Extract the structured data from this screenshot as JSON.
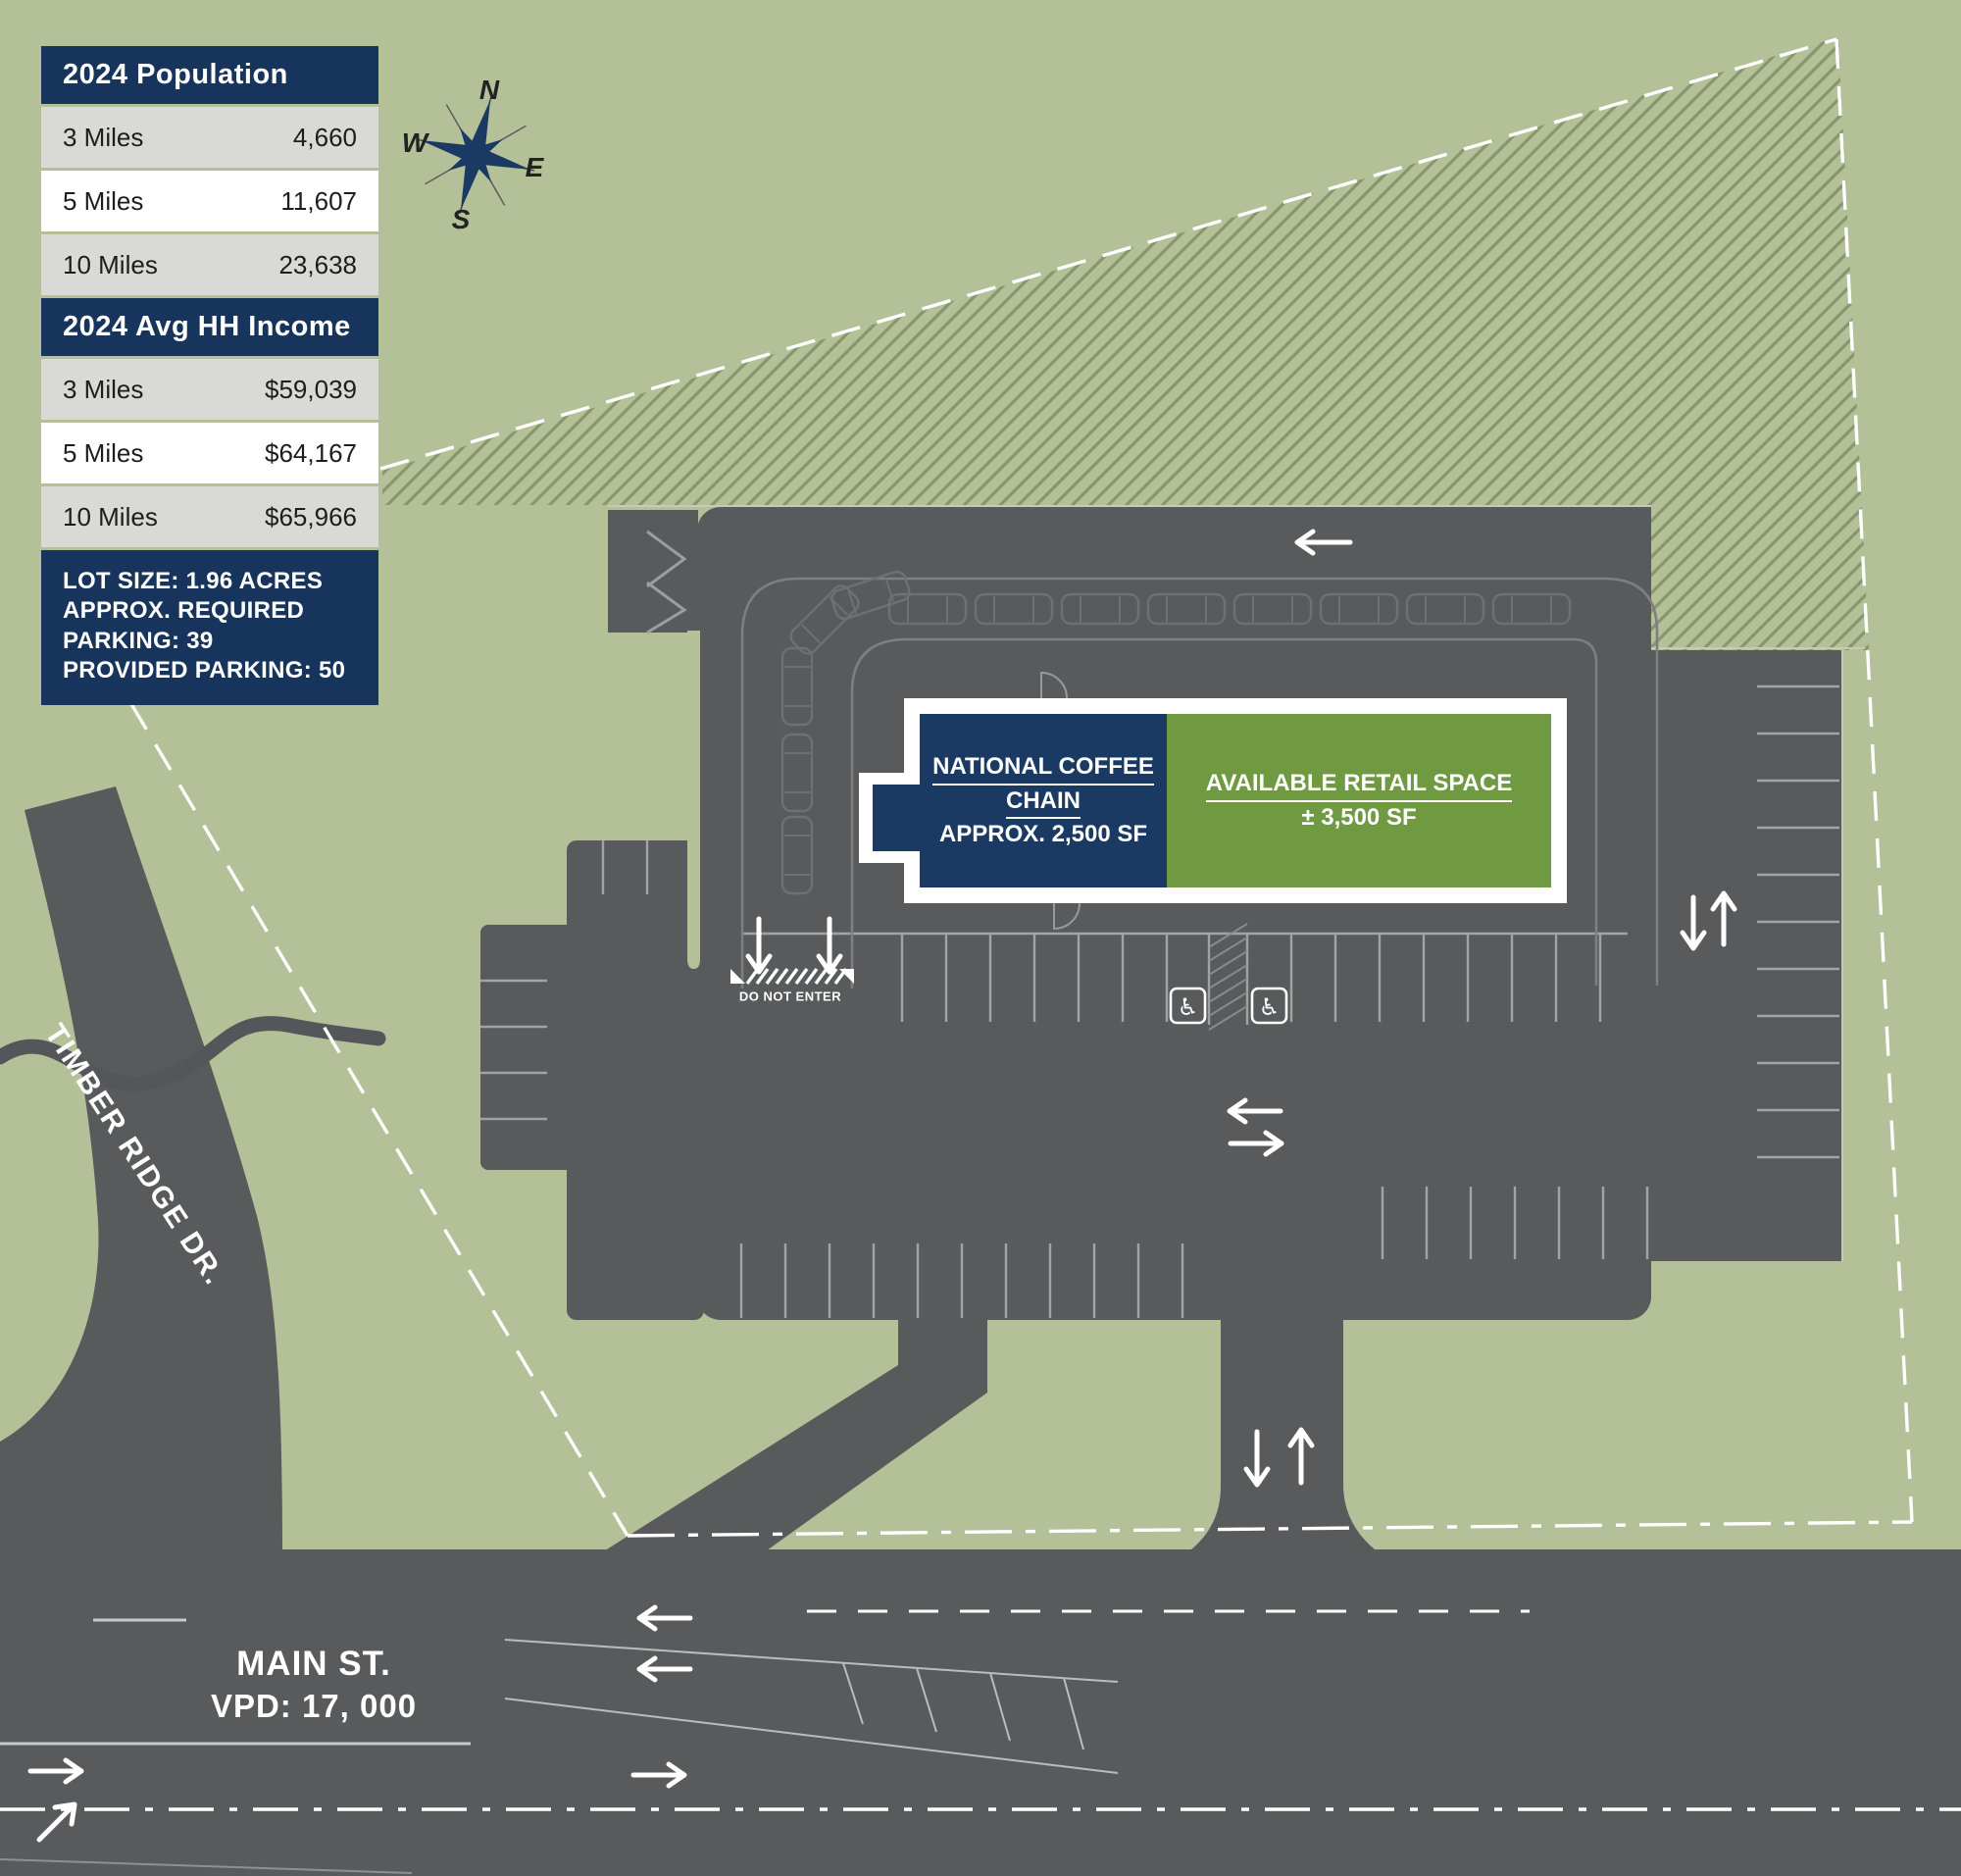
{
  "demographics": {
    "population": {
      "title": "2024 Population",
      "rows": [
        {
          "label": "3 Miles",
          "value": "4,660"
        },
        {
          "label": "5 Miles",
          "value": "11,607"
        },
        {
          "label": "10 Miles",
          "value": "23,638"
        }
      ]
    },
    "income": {
      "title": "2024 Avg HH Income",
      "rows": [
        {
          "label": "3 Miles",
          "value": "$59,039"
        },
        {
          "label": "5 Miles",
          "value": "$64,167"
        },
        {
          "label": "10 Miles",
          "value": "$65,966"
        }
      ]
    },
    "site_facts": {
      "line1": "LOT SIZE: 1.96 ACRES",
      "line2": "APPROX. REQUIRED",
      "line3": "PARKING: 39",
      "line4": "PROVIDED PARKING: 50"
    }
  },
  "compass": {
    "n": "N",
    "w": "W",
    "e": "E",
    "s": "S"
  },
  "building": {
    "unit_coffee": {
      "name_line1": "NATIONAL COFFEE",
      "name_line2": "CHAIN",
      "size": "APPROX. 2,500 SF",
      "color": "#1b3a63"
    },
    "unit_retail": {
      "name": "AVAILABLE RETAIL SPACE",
      "size": "± 3,500 SF",
      "color": "#6f9a42"
    }
  },
  "roads": {
    "timber_ridge": "TIMBER RIDGE DR.",
    "main_street": "MAIN ST.",
    "main_street_vpd": "VPD: 17, 000"
  },
  "signs": {
    "do_not_enter": "DO NOT ENTER"
  },
  "colors": {
    "background_green": "#b3c098",
    "road_gray": "#595a5c",
    "navy": "#17355c",
    "building_green": "#6f9a42",
    "row_gray": "#d9d9d6",
    "marking_white": "#ffffff"
  }
}
